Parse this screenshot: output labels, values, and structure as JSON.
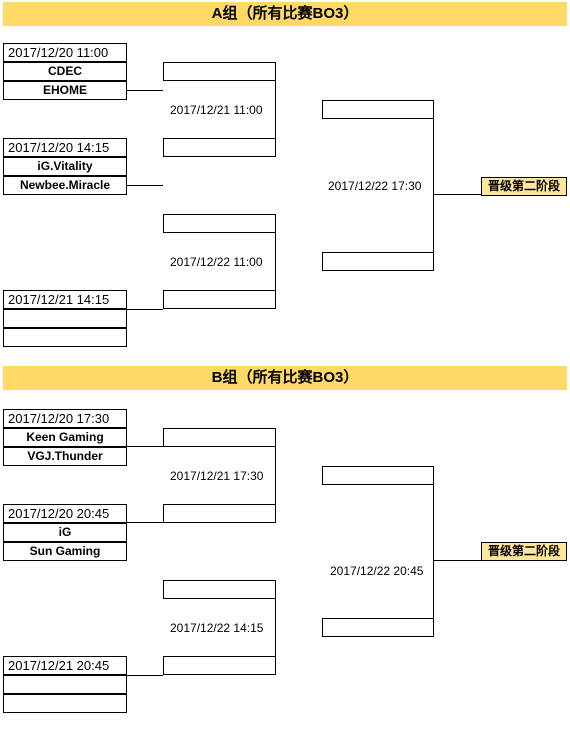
{
  "groups": [
    {
      "title": "A组（所有比赛BO3）",
      "match1": {
        "date": "2017/12/20 11:00",
        "team1": "CDEC",
        "team2": "EHOME"
      },
      "match2": {
        "date": "2017/12/20 14:15",
        "team1": "iG.Vitality",
        "team2": "Newbee.Miracle"
      },
      "match3": {
        "date": "2017/12/21 14:15",
        "team1": "",
        "team2": ""
      },
      "round2_date_top": "2017/12/21 11:00",
      "round2_date_bottom": "2017/12/22 11:00",
      "final_date": "2017/12/22 17:30",
      "advance_label": "晋级第二阶段"
    },
    {
      "title": "B组（所有比赛BO3）",
      "match1": {
        "date": "2017/12/20 17:30",
        "team1": "Keen Gaming",
        "team2": "VGJ.Thunder"
      },
      "match2": {
        "date": "2017/12/20 20:45",
        "team1": "iG",
        "team2": "Sun Gaming"
      },
      "match3": {
        "date": "2017/12/21 20:45",
        "team1": "",
        "team2": ""
      },
      "round2_date_top": "2017/12/21 17:30",
      "round2_date_bottom": "2017/12/22 14:15",
      "final_date": "2017/12/22 20:45",
      "advance_label": "晋级第二阶段"
    }
  ]
}
